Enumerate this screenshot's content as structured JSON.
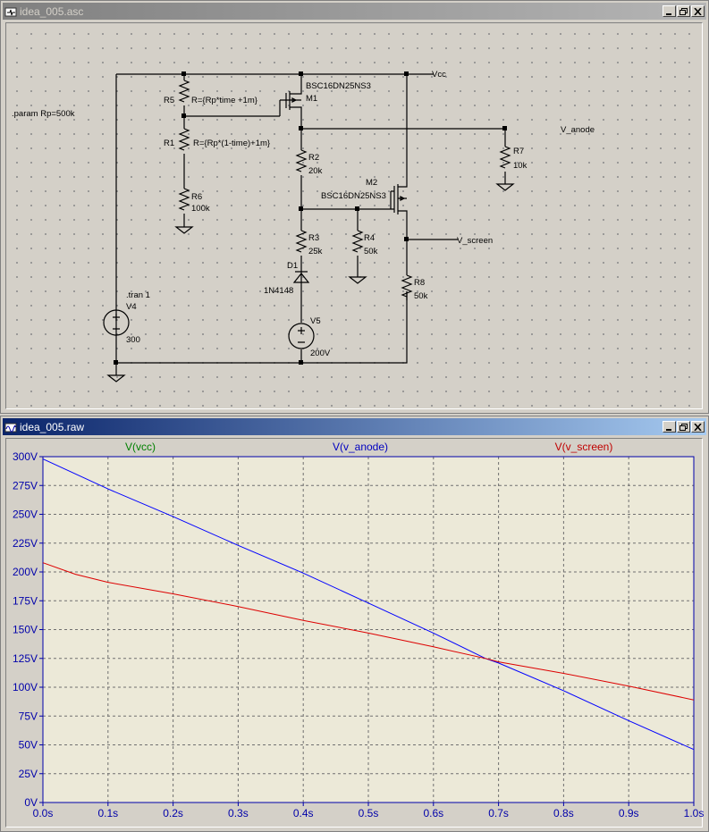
{
  "schematic_window": {
    "title": "idea_005.asc",
    "buttons": {
      "minimize": "_",
      "restore": "❐",
      "close": "✕"
    },
    "directives": {
      "param": ".param Rp=500k",
      "tran": ".tran 1"
    },
    "components": {
      "R5": {
        "name": "R5",
        "value": "R={Rp*time +1m}"
      },
      "R1": {
        "name": "R1",
        "value": "R={Rp*(1-time)+1m}"
      },
      "R6": {
        "name": "R6",
        "value": "100k"
      },
      "M1": {
        "name": "M1",
        "model": "BSC16DN25NS3"
      },
      "M2": {
        "name": "M2",
        "model": "BSC16DN25NS3"
      },
      "R2": {
        "name": "R2",
        "value": "20k"
      },
      "R3": {
        "name": "R3",
        "value": "25k"
      },
      "D1": {
        "name": "D1",
        "model": "1N4148"
      },
      "V5": {
        "name": "V5",
        "value": "200V"
      },
      "V4": {
        "name": "V4",
        "value": "300"
      },
      "R4": {
        "name": "R4",
        "value": "50k"
      },
      "R7": {
        "name": "R7",
        "value": "10k"
      },
      "R8": {
        "name": "R8",
        "value": "50k"
      }
    },
    "nets": {
      "vcc": "Vcc",
      "anode": "V_anode",
      "screen": "V_screen"
    }
  },
  "plot_window": {
    "title": "idea_005.raw",
    "buttons": {
      "minimize": "_",
      "restore": "❐",
      "close": "✕"
    },
    "trace_labels": [
      {
        "text": "V(vcc)",
        "color": "#008000"
      },
      {
        "text": "V(v_anode)",
        "color": "#0000c0"
      },
      {
        "text": "V(v_screen)",
        "color": "#c00000"
      }
    ],
    "colors": {
      "background": "#ece9d8",
      "grid": "#707070",
      "axis": "#0000aa",
      "vcc": "#008000",
      "anode": "#0000ff",
      "screen": "#dd0000"
    }
  },
  "chart_data": {
    "type": "line",
    "xlabel": "",
    "ylabel": "",
    "x_ticks": [
      "0.0s",
      "0.1s",
      "0.2s",
      "0.3s",
      "0.4s",
      "0.5s",
      "0.6s",
      "0.7s",
      "0.8s",
      "0.9s",
      "1.0s"
    ],
    "y_ticks": [
      "0V",
      "25V",
      "50V",
      "75V",
      "100V",
      "125V",
      "150V",
      "175V",
      "200V",
      "225V",
      "250V",
      "275V",
      "300V"
    ],
    "xlim": [
      0,
      1.0
    ],
    "ylim": [
      0,
      300
    ],
    "grid": true,
    "series": [
      {
        "name": "V(v_anode)",
        "color": "#0000ff",
        "x": [
          0,
          0.1,
          0.2,
          0.3,
          0.4,
          0.5,
          0.6,
          0.68,
          0.7,
          0.8,
          0.9,
          1.0
        ],
        "y": [
          298,
          272,
          248,
          223,
          199,
          173,
          147,
          125,
          121,
          97,
          71,
          46
        ]
      },
      {
        "name": "V(v_screen)",
        "color": "#dd0000",
        "x": [
          0,
          0.05,
          0.1,
          0.2,
          0.3,
          0.4,
          0.5,
          0.6,
          0.68,
          0.7,
          0.8,
          0.9,
          1.0
        ],
        "y": [
          208,
          198,
          191,
          181,
          170,
          158,
          147,
          135,
          125,
          122,
          112,
          101,
          89
        ]
      }
    ]
  }
}
